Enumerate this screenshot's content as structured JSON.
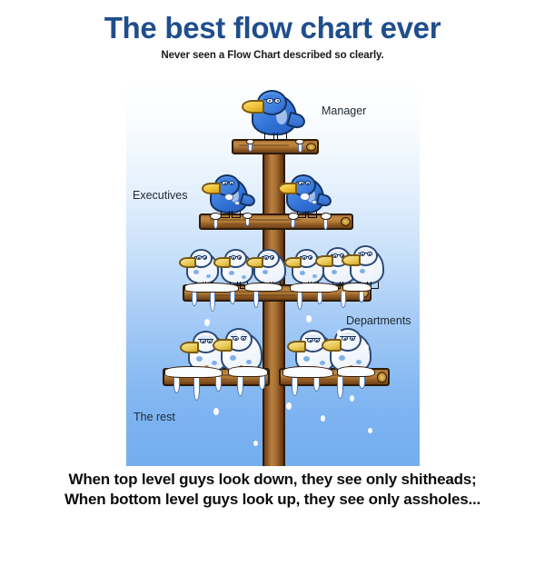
{
  "header": {
    "title": "The best flow chart ever",
    "subtitle": "Never seen a Flow Chart described so clearly."
  },
  "illustration": {
    "labels": {
      "manager": "Manager",
      "executives": "Executives",
      "departments": "Departments",
      "the_rest": "The rest"
    },
    "colors": {
      "sky_top": "#fdfeff",
      "sky_bottom": "#74aef0",
      "trunk": "#a86f31",
      "trunk_outline": "#2f1b08",
      "bird_blue": "#3f80e0",
      "bird_outline": "#15325e",
      "beak_yellow": "#f2c63c",
      "droppings_white": "#fbfcfe",
      "label_text": "#202a33"
    },
    "tiers": [
      {
        "name": "manager",
        "label": "Manager",
        "bird_count": 1,
        "bird_state": "clean"
      },
      {
        "name": "executives",
        "label": "Executives",
        "bird_count": 2,
        "bird_state": "lightly-splattered"
      },
      {
        "name": "departments",
        "label": "Departments",
        "bird_count": 6,
        "bird_state": "heavily-splattered"
      },
      {
        "name": "the-rest",
        "label": "The rest",
        "bird_count": 4,
        "bird_state": "fully-covered"
      }
    ]
  },
  "caption": {
    "line1": "When top level guys look down, they see only shitheads;",
    "line2": "When bottom level guys look up, they see only assholes..."
  }
}
